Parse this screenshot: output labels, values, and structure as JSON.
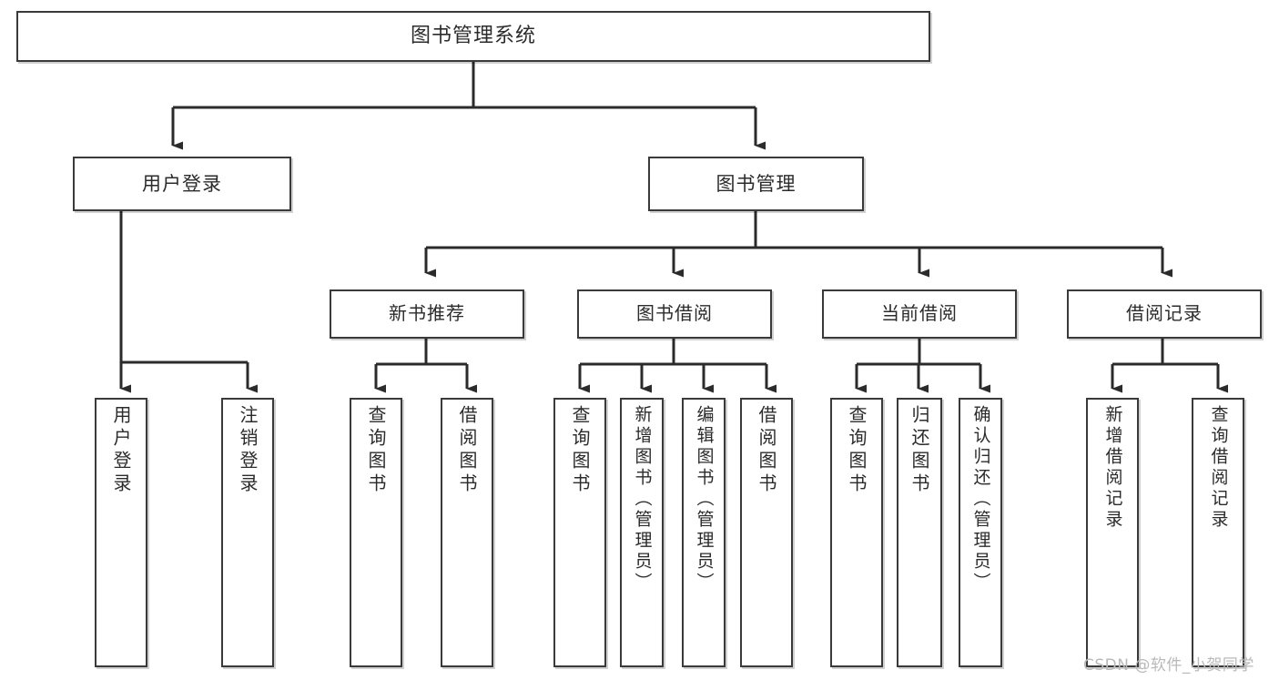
{
  "diagram": {
    "title": "图书管理系统",
    "type": "tree",
    "root": {
      "label": "图书管理系统"
    },
    "level2": [
      {
        "label": "用户登录"
      },
      {
        "label": "图书管理"
      }
    ],
    "level3": [
      {
        "label": "新书推荐"
      },
      {
        "label": "图书借阅"
      },
      {
        "label": "当前借阅"
      },
      {
        "label": "借阅记录"
      }
    ],
    "leaves": {
      "user_login": [
        {
          "label": "用户登录"
        },
        {
          "label": "注销登录"
        }
      ],
      "new_book_recommend": [
        {
          "label": "查询图书"
        },
        {
          "label": "借阅图书"
        }
      ],
      "book_borrow": [
        {
          "label": "查询图书"
        },
        {
          "label": "新增图书（管理员）"
        },
        {
          "label": "编辑图书（管理员）"
        },
        {
          "label": "借阅图书"
        }
      ],
      "current_borrow": [
        {
          "label": "查询图书"
        },
        {
          "label": "归还图书"
        },
        {
          "label": "确认归还（管理员）"
        }
      ],
      "borrow_record": [
        {
          "label": "新增借阅记录"
        },
        {
          "label": "查询借阅记录"
        }
      ]
    }
  },
  "watermark": {
    "text": "CSDN @软件_小贺同学"
  },
  "colors": {
    "box_border": "#3a3a3a",
    "box_fill": "#ffffff",
    "connector": "#2b2b2b",
    "text": "#2b2b2b",
    "watermark": "#b9b9b9"
  }
}
